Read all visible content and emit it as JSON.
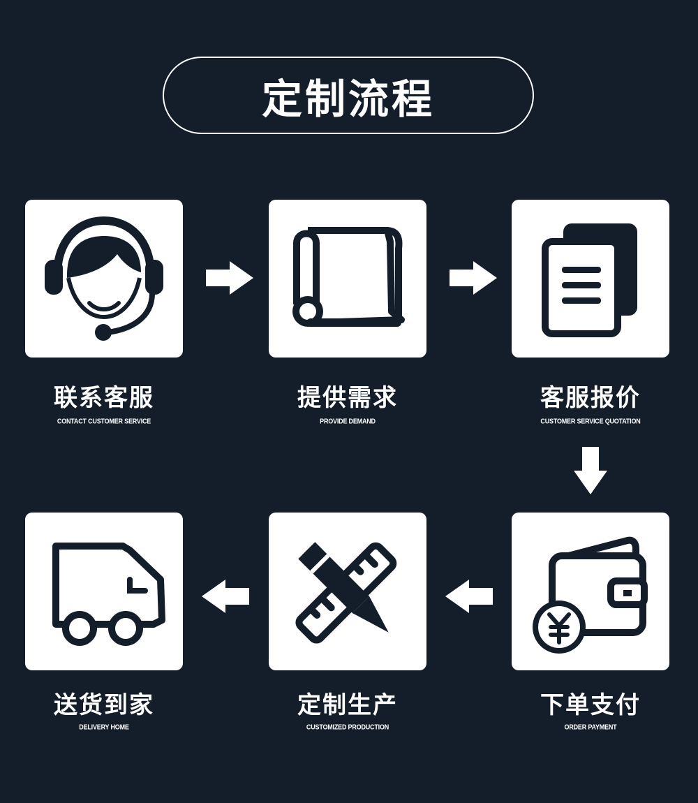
{
  "title": "定制流程",
  "steps": [
    {
      "label": "联系客服",
      "sub": "CONTACT CUSTOMER SERVICE",
      "icon": "headset-agent-icon"
    },
    {
      "label": "提供需求",
      "sub": "PROVIDE DEMAND",
      "icon": "scroll-icon"
    },
    {
      "label": "客服报价",
      "sub": "CUSTOMER SERVICE QUOTATION",
      "icon": "documents-icon"
    },
    {
      "label": "下单支付",
      "sub": "ORDER PAYMENT",
      "icon": "wallet-yen-icon"
    },
    {
      "label": "定制生产",
      "sub": "CUSTOMIZED PRODUCTION",
      "icon": "pencil-ruler-icon"
    },
    {
      "label": "送货到家",
      "sub": "DELIVERY HOME",
      "icon": "truck-icon"
    }
  ],
  "colors": {
    "background": "#141e2b",
    "card": "#ffffff",
    "text": "#ffffff"
  }
}
